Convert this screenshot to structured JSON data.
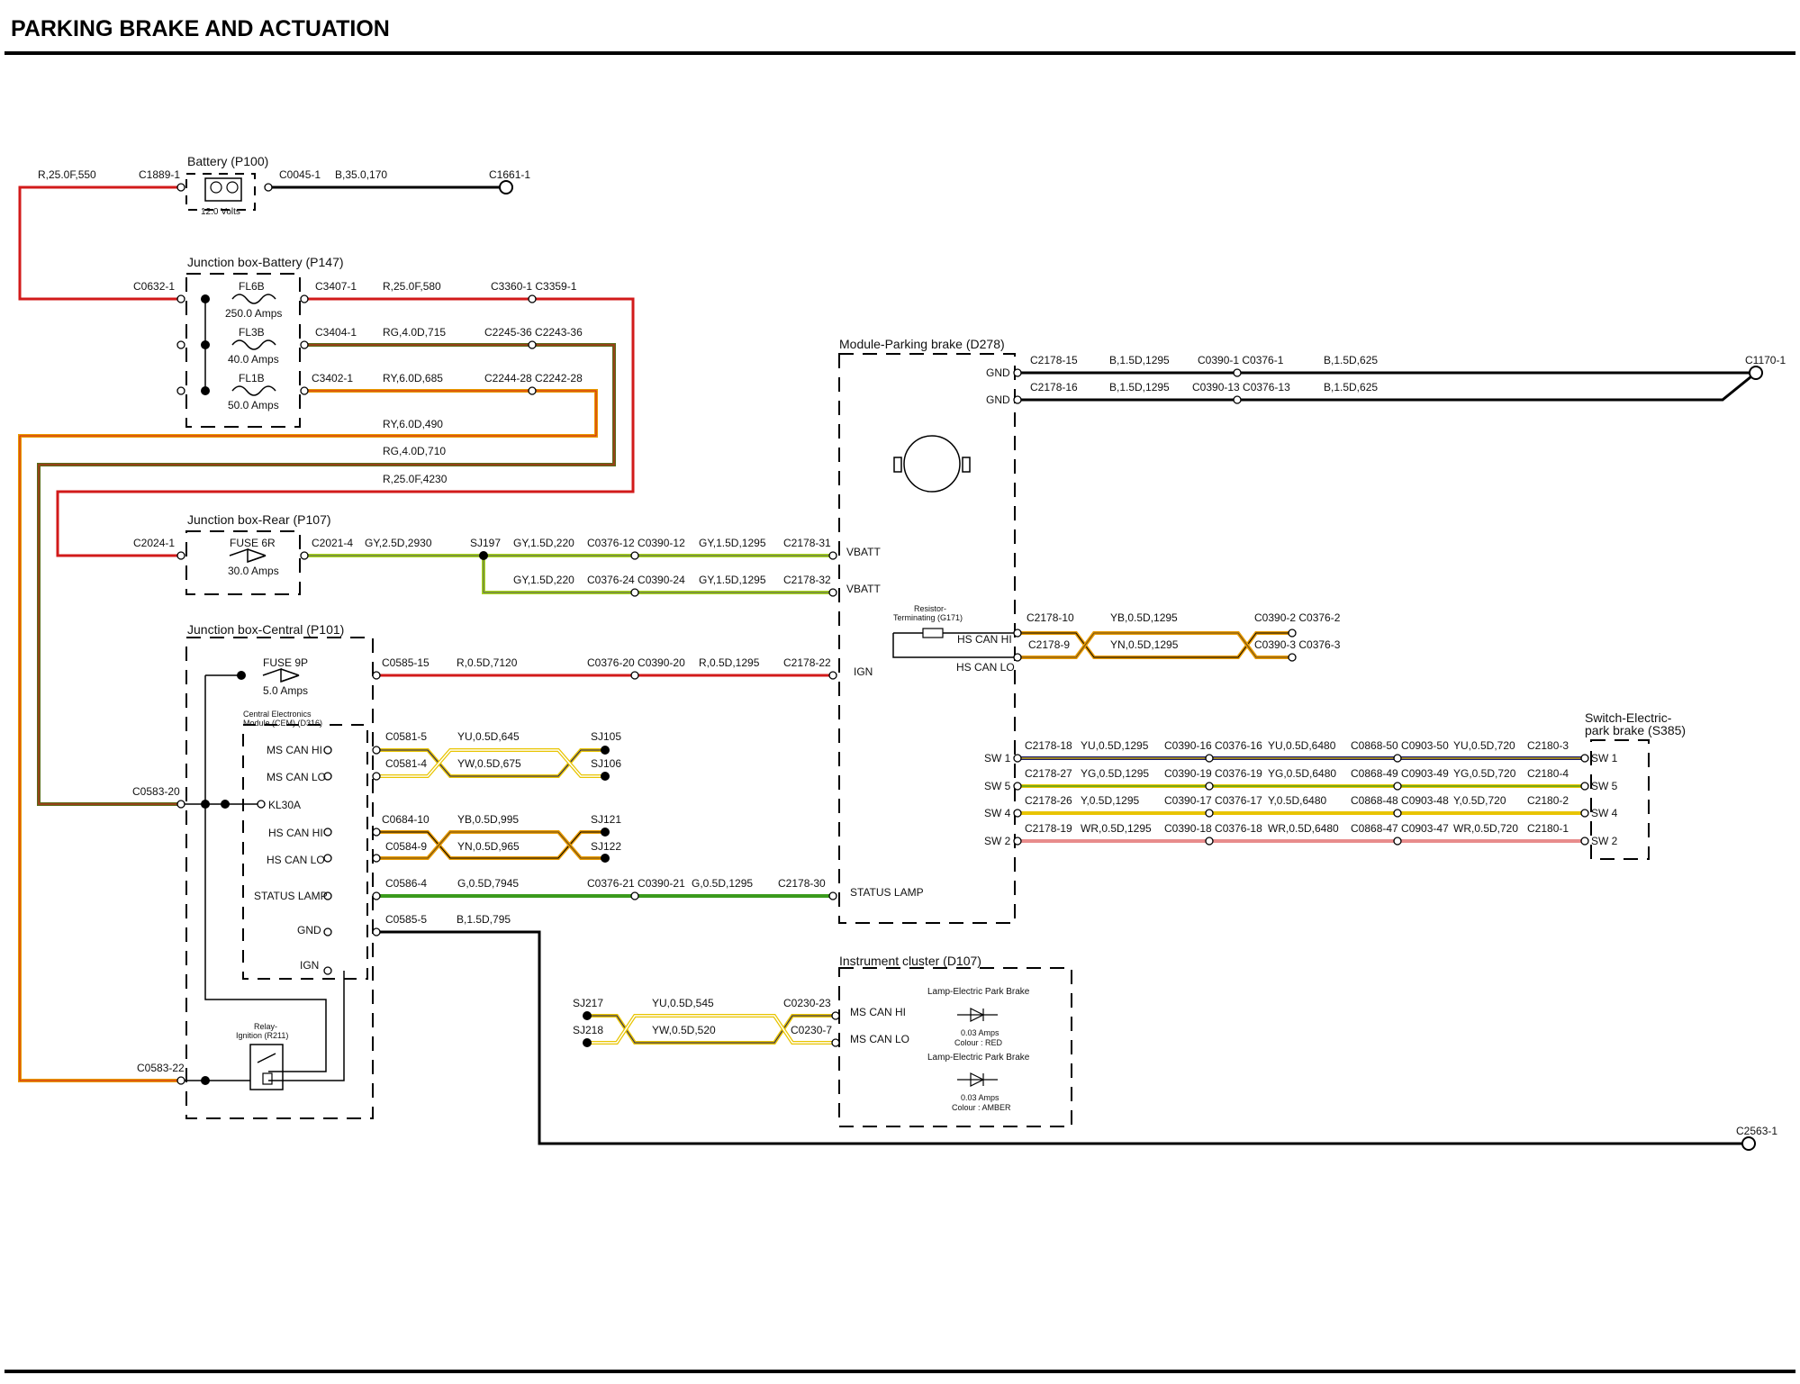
{
  "title": "PARKING BRAKE AND ACTUATION",
  "colors": {
    "red": "#d21a1a",
    "black": "#000000",
    "olive": "#5a6a18",
    "yellow": "#e8c400",
    "orange": "#e89a00",
    "green": "#3a9a1c",
    "lime": "#a8d61e",
    "navy": "#1a1a6a",
    "white_wire": "#ffffff"
  },
  "components": {
    "battery": {
      "name": "Battery (P100)",
      "voltage": "12.0 Volts"
    },
    "jb_battery": {
      "name": "Junction box-Battery (P147)",
      "fuses": [
        {
          "id": "FL6B",
          "rating": "250.0 Amps"
        },
        {
          "id": "FL3B",
          "rating": "40.0 Amps"
        },
        {
          "id": "FL1B",
          "rating": "50.0 Amps"
        }
      ]
    },
    "jb_rear": {
      "name": "Junction box-Rear (P107)",
      "fuse": {
        "id": "FUSE 6R",
        "rating": "30.0 Amps"
      }
    },
    "jb_central": {
      "name": "Junction box-Central (P101)",
      "fuse": {
        "id": "FUSE 9P",
        "rating": "5.0 Amps"
      }
    },
    "cem": {
      "name_line1": "Central Electronics",
      "name_line2": "Module (CEM) (D316)",
      "pins": [
        "MS CAN HI",
        "MS CAN LO",
        "KL30A",
        "HS CAN HI",
        "HS CAN LO",
        "STATUS LAMP",
        "GND",
        "IGN"
      ]
    },
    "relay": {
      "name_line1": "Relay-",
      "name_line2": "Ignition (R211)"
    },
    "module_pb": {
      "name": "Module-Parking brake (D278)",
      "pins": [
        "GND",
        "GND",
        "VBATT",
        "VBATT",
        "HS CAN HI",
        "HS CAN LO",
        "IGN",
        "STATUS LAMP"
      ]
    },
    "resistor": {
      "name_line1": "Resistor-",
      "name_line2": "Terminating (G171)"
    },
    "cluster": {
      "name": "Instrument cluster (D107)",
      "pins": [
        "MS CAN HI",
        "MS CAN LO"
      ],
      "lamp1": {
        "name": "Lamp-Electric Park Brake",
        "rating": "0.03 Amps",
        "colour": "Colour : RED"
      },
      "lamp2": {
        "name": "Lamp-Electric Park Brake",
        "rating": "0.03 Amps",
        "colour": "Colour : AMBER"
      }
    },
    "switch": {
      "name_line1": "Switch-Electric-",
      "name_line2": "park brake (S385)",
      "pins": [
        "SW 1",
        "SW 5",
        "SW 4",
        "SW 2"
      ]
    }
  },
  "connectors": {
    "c1889": "C1889-1",
    "c0045": "C0045-1",
    "c1661": "C1661-1",
    "c0632": "C0632-1",
    "c3407": "C3407-1",
    "c3360": "C3360-1 C3359-1",
    "c3404": "C3404-1",
    "c2245": "C2245-36 C2243-36",
    "c3402": "C3402-1",
    "c2244": "C2244-28 C2242-28",
    "c2024": "C2024-1",
    "c2021": "C2021-4",
    "sj197": "SJ197",
    "c0376_12": "C0376-12 C0390-12",
    "c2178_31": "C2178-31",
    "c0376_24": "C0376-24 C0390-24",
    "c2178_32": "C2178-32",
    "c0585_15": "C0585-15",
    "c0376_20": "C0376-20 C0390-20",
    "c2178_22": "C2178-22",
    "c0581_5": "C0581-5",
    "c0581_4": "C0581-4",
    "sj105": "SJ105",
    "sj106": "SJ106",
    "c0583_20": "C0583-20",
    "c0684_10": "C0684-10",
    "c0584_9": "C0584-9",
    "sj121": "SJ121",
    "sj122": "SJ122",
    "c0586_4": "C0586-4",
    "c0376_21": "C0376-21 C0390-21",
    "c2178_30": "C2178-30",
    "c0585_5": "C0585-5",
    "c0583_22": "C0583-22",
    "c2178_15": "C2178-15",
    "c0390_1": "C0390-1 C0376-1",
    "c2178_16": "C2178-16",
    "c0390_13": "C0390-13 C0376-13",
    "c1170": "C1170-1",
    "c2178_10": "C2178-10",
    "c2178_9": "C2178-9",
    "c0390_2": "C0390-2 C0376-2",
    "c0390_3": "C0390-3 C0376-3",
    "c2178_18": "C2178-18",
    "c0390_16": "C0390-16 C0376-16",
    "c0868_50": "C0868-50 C0903-50",
    "c2180_3": "C2180-3",
    "c2178_27": "C2178-27",
    "c0390_19": "C0390-19 C0376-19",
    "c0868_49": "C0868-49 C0903-49",
    "c2180_4": "C2180-4",
    "c2178_26": "C2178-26",
    "c0390_17": "C0390-17 C0376-17",
    "c0868_48": "C0868-48 C0903-48",
    "c2180_2": "C2180-2",
    "c2178_19": "C2178-19",
    "c0390_18": "C0390-18 C0376-18",
    "c0868_47": "C0868-47 C0903-47",
    "c2180_1": "C2180-1",
    "sj217": "SJ217",
    "sj218": "SJ218",
    "c0230_23": "C0230-23",
    "c0230_7": "C0230-7",
    "c2563": "C2563-1"
  },
  "wires": {
    "w_r_550": "R,25.0F,550",
    "w_b_170": "B,35.0,170",
    "w_r_580": "R,25.0F,580",
    "w_rg_715": "RG,4.0D,715",
    "w_ry_685": "RY,6.0D,685",
    "w_ry_490": "RY,6.0D,490",
    "w_rg_710": "RG,4.0D,710",
    "w_r_4230": "R,25.0F,4230",
    "w_gy_2930": "GY,2.5D,2930",
    "w_gy_220a": "GY,1.5D,220",
    "w_gy_1295a": "GY,1.5D,1295",
    "w_gy_220b": "GY,1.5D,220",
    "w_gy_1295b": "GY,1.5D,1295",
    "w_r_7120": "R,0.5D,7120",
    "w_r_1295": "R,0.5D,1295",
    "w_yu_645": "YU,0.5D,645",
    "w_yw_675": "YW,0.5D,675",
    "w_yb_995": "YB,0.5D,995",
    "w_yn_965": "YN,0.5D,965",
    "w_g_7945": "G,0.5D,7945",
    "w_g_1295": "G,0.5D,1295",
    "w_b_795": "B,1.5D,795",
    "w_b_1295a": "B,1.5D,1295",
    "w_b_625a": "B,1.5D,625",
    "w_b_1295b": "B,1.5D,1295",
    "w_b_625b": "B,1.5D,625",
    "w_yb_1295": "YB,0.5D,1295",
    "w_yn_1295": "YN,0.5D,1295",
    "w_yu_1295": "YU,0.5D,1295",
    "w_yu_6480": "YU,0.5D,6480",
    "w_yu_720": "YU,0.5D,720",
    "w_yg_1295": "YG,0.5D,1295",
    "w_yg_6480": "YG,0.5D,6480",
    "w_yg_720": "YG,0.5D,720",
    "w_y_1295": "Y,0.5D,1295",
    "w_y_6480": "Y,0.5D,6480",
    "w_y_720": "Y,0.5D,720",
    "w_wr_1295": "WR,0.5D,1295",
    "w_wr_6480": "WR,0.5D,6480",
    "w_wr_720": "WR,0.5D,720",
    "w_yu_545": "YU,0.5D,545",
    "w_yw_520": "YW,0.5D,520"
  }
}
